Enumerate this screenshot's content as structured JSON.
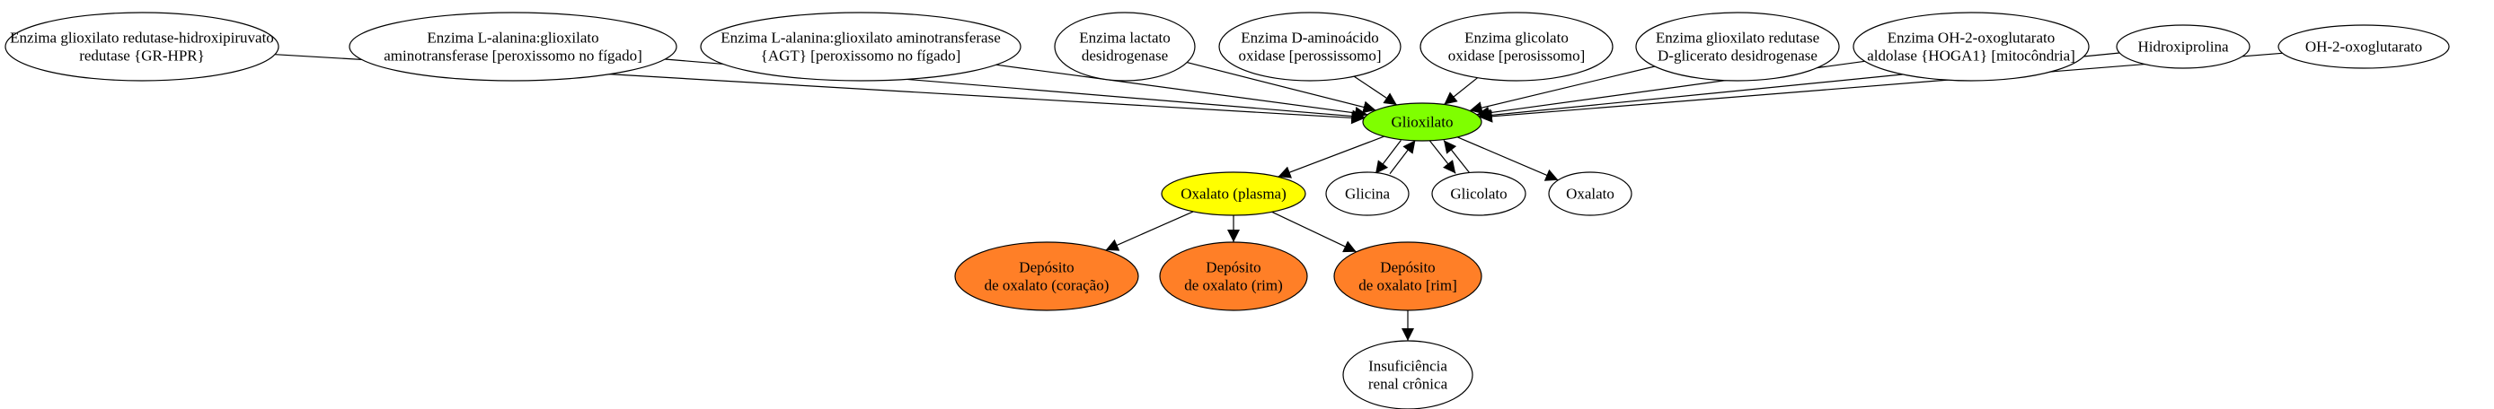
{
  "nodes": {
    "gr_hpr": {
      "lines": [
        "Enzima glioxilato redutase-hidroxipiruvato",
        "redutase {GR-HPR}"
      ],
      "fill": "#ffffff"
    },
    "alanina_figado": {
      "lines": [
        "Enzima L-alanina:glioxilato",
        "aminotransferase [peroxissomo no fígado]"
      ],
      "fill": "#ffffff"
    },
    "agt": {
      "lines": [
        "Enzima L-alanina:glioxilato aminotransferase",
        "{AGT} [peroxissomo no fígado]"
      ],
      "fill": "#ffffff"
    },
    "lactato": {
      "lines": [
        "Enzima lactato",
        "desidrogenase"
      ],
      "fill": "#ffffff"
    },
    "d_aminoacido": {
      "lines": [
        "Enzima D-aminoácido",
        "oxidase [perossissomo]"
      ],
      "fill": "#ffffff"
    },
    "glicolato_oxidase": {
      "lines": [
        "Enzima glicolato",
        "oxidase [perosissomo]"
      ],
      "fill": "#ffffff"
    },
    "glioxilato_redutase": {
      "lines": [
        "Enzima glioxilato redutase",
        "D-glicerato desidrogenase"
      ],
      "fill": "#ffffff"
    },
    "hoga1": {
      "lines": [
        "Enzima OH-2-oxoglutarato",
        "aldolase {HOGA1} [mitocôndria]"
      ],
      "fill": "#ffffff"
    },
    "hidroxiprolina": {
      "lines": [
        "Hidroxiprolina"
      ],
      "fill": "#ffffff"
    },
    "oh2oxoglutarato": {
      "lines": [
        "OH-2-oxoglutarato"
      ],
      "fill": "#ffffff"
    },
    "glioxilato": {
      "lines": [
        "Glioxilato"
      ],
      "fill": "#7fff00"
    },
    "oxalato_plasma": {
      "lines": [
        "Oxalato (plasma)"
      ],
      "fill": "#ffff00"
    },
    "glicina": {
      "lines": [
        "Glicina"
      ],
      "fill": "#ffffff"
    },
    "glicolato": {
      "lines": [
        "Glicolato"
      ],
      "fill": "#ffffff"
    },
    "oxalato": {
      "lines": [
        "Oxalato"
      ],
      "fill": "#ffffff"
    },
    "deposito_coracao": {
      "lines": [
        "Depósito",
        "de oxalato (coração)"
      ],
      "fill": "#ff7f27"
    },
    "deposito_rim": {
      "lines": [
        "Depósito",
        "de oxalato (rim)"
      ],
      "fill": "#ff7f27"
    },
    "deposito_rim2": {
      "lines": [
        "Depósito",
        "de oxalato [rim]"
      ],
      "fill": "#ff7f27"
    },
    "insuficiencia": {
      "lines": [
        "Insuficiência",
        "renal crônica"
      ],
      "fill": "#ffffff"
    }
  },
  "edges": [
    [
      "gr_hpr",
      "glioxilato"
    ],
    [
      "alanina_figado",
      "glioxilato"
    ],
    [
      "agt",
      "glioxilato"
    ],
    [
      "lactato",
      "glioxilato"
    ],
    [
      "d_aminoacido",
      "glioxilato"
    ],
    [
      "glicolato_oxidase",
      "glioxilato"
    ],
    [
      "glioxilato_redutase",
      "glioxilato"
    ],
    [
      "hoga1",
      "glioxilato"
    ],
    [
      "hidroxiprolina",
      "glioxilato"
    ],
    [
      "oh2oxoglutarato",
      "glioxilato"
    ],
    [
      "glioxilato",
      "oxalato_plasma"
    ],
    [
      "glioxilato",
      "glicina"
    ],
    [
      "glicina",
      "glioxilato"
    ],
    [
      "glioxilato",
      "glicolato"
    ],
    [
      "glicolato",
      "glioxilato"
    ],
    [
      "glioxilato",
      "oxalato"
    ],
    [
      "oxalato_plasma",
      "deposito_coracao"
    ],
    [
      "oxalato_plasma",
      "deposito_rim"
    ],
    [
      "oxalato_plasma",
      "deposito_rim2"
    ],
    [
      "deposito_rim2",
      "insuficiencia"
    ]
  ]
}
